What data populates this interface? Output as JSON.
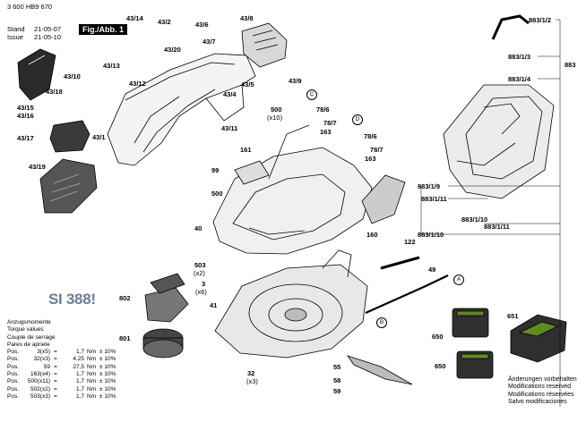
{
  "header": {
    "doc_number": "3 600 HB9 670",
    "stand_label": "Stand",
    "stand_date": "21-05-07",
    "issue_label": "Issue",
    "issue_date": "21-05-10",
    "figure_label": "Fig./Abb. 1"
  },
  "si_label": "SI 388!",
  "torque": {
    "titles": [
      "Anzugsmomente",
      "Torque values",
      "Couple de serrage",
      "Pares de apriete"
    ],
    "rows": [
      {
        "pos": "Pos.",
        "num": "3(x5)",
        "eq": "=",
        "val": "1,7",
        "unit": "Nm",
        "tol": "± 10%"
      },
      {
        "pos": "Pos.",
        "num": "32(x3)",
        "eq": "=",
        "val": "4,25",
        "unit": "Nm",
        "tol": "± 10%"
      },
      {
        "pos": "Pos.",
        "num": "59",
        "eq": "=",
        "val": "27,5",
        "unit": "Nm",
        "tol": "± 10%"
      },
      {
        "pos": "Pos.",
        "num": "163(x4)",
        "eq": "=",
        "val": "1,7",
        "unit": "Nm",
        "tol": "± 10%"
      },
      {
        "pos": "Pos.",
        "num": "500(x11)",
        "eq": "=",
        "val": "1,7",
        "unit": "Nm",
        "tol": "± 10%"
      },
      {
        "pos": "Pos.",
        "num": "502(x2)",
        "eq": "=",
        "val": "1,7",
        "unit": "Nm",
        "tol": "± 10%"
      },
      {
        "pos": "Pos.",
        "num": "503(x3)",
        "eq": "=",
        "val": "1,7",
        "unit": "Nm",
        "tol": "± 10%"
      }
    ]
  },
  "changes": [
    "Änderungen vorbehalten",
    "Modifications reserved",
    "Modifications réservées",
    "Salvo modificaciones"
  ],
  "callouts": {
    "c43_14": "43/14",
    "c43_2": "43/2",
    "c43_6": "43/6",
    "c43_8": "43/8",
    "c43_20": "43/20",
    "c43_7": "43/7",
    "c43_13": "43/13",
    "c43_10": "43/10",
    "c43_18": "43/18",
    "c43_12": "43/12",
    "c43_9": "43/9",
    "c43_5": "43/5",
    "c43_4": "43/4",
    "c43_15": "43/15",
    "c43_16": "43/16",
    "c43_17": "43/17",
    "c43_1": "43/1",
    "c43_11": "43/11",
    "c43_19": "43/19",
    "c500a": "500",
    "c500x10": "(x10)",
    "c78_6a": "78/6",
    "c78_7a": "78/7",
    "c163a": "163",
    "c78_6b": "78/6",
    "c78_7b": "78/7",
    "c163b": "163",
    "c161": "161",
    "c99": "99",
    "c500b": "500",
    "c40": "40",
    "c160": "160",
    "c883_1_2": "883/1/2",
    "c883_1_3": "883/1/3",
    "c883": "883",
    "c883_1_4": "883/1/4",
    "c883_1_9": "883/1/9",
    "c883_1_11a": "883/1/11",
    "c883_1_10a": "883/1/10",
    "c883_1_10b": "883/1/10",
    "c883_1_11b": "883/1/11",
    "c122": "122",
    "c49": "49",
    "c503": "503",
    "c503x2": "(x2)",
    "c3": "3",
    "c3x6": "(x6)",
    "c802": "802",
    "c41": "41",
    "c801": "801",
    "c32": "32",
    "c32x3": "(x3)",
    "c55": "55",
    "c58": "58",
    "c59": "59",
    "c650a": "650",
    "c650b": "650",
    "c651": "651",
    "mC": "C",
    "mD": "D",
    "mA": "A",
    "mB": "B"
  }
}
